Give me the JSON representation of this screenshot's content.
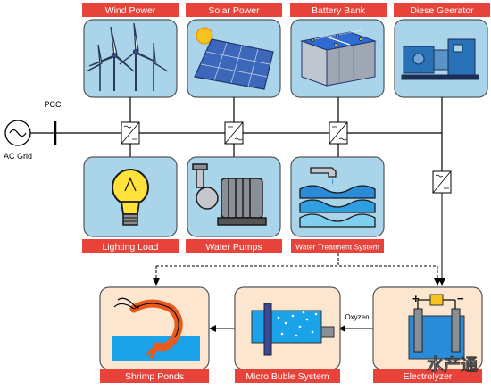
{
  "top_sources": [
    {
      "label": "Wind Power",
      "icon": "wind-turbine-icon"
    },
    {
      "label": "Solar Power",
      "icon": "solar-panel-icon"
    },
    {
      "label": "Battery Bank",
      "icon": "battery-bank-icon"
    },
    {
      "label": "Diese Geerator",
      "icon": "diesel-generator-icon"
    }
  ],
  "loads": [
    {
      "label": "Lighting Load",
      "icon": "light-bulb-icon"
    },
    {
      "label": "Water Pumps",
      "icon": "water-pump-icon"
    },
    {
      "label": "Water Treatment System",
      "icon": "water-treatment-icon"
    }
  ],
  "bottom_blocks": [
    {
      "label": "Shrimp Ponds",
      "icon": "shrimp-icon"
    },
    {
      "label": "Micro Buble System",
      "icon": "micro-bubble-icon"
    },
    {
      "label": "Electrolyzer",
      "icon": "electrolyzer-icon"
    }
  ],
  "grid": {
    "pcc_label": "PCC",
    "ac_grid_label": "AC Grid"
  },
  "oxygen_label": "Oxyzen",
  "electrolyzer_signs": {
    "plus": "+",
    "minus": "−"
  },
  "watermark": "水产通",
  "colors": {
    "box_fill": "#a9d4ea",
    "bottom_fill": "#fde6cf",
    "label_red": "#e8433a",
    "bus": "#000000"
  }
}
